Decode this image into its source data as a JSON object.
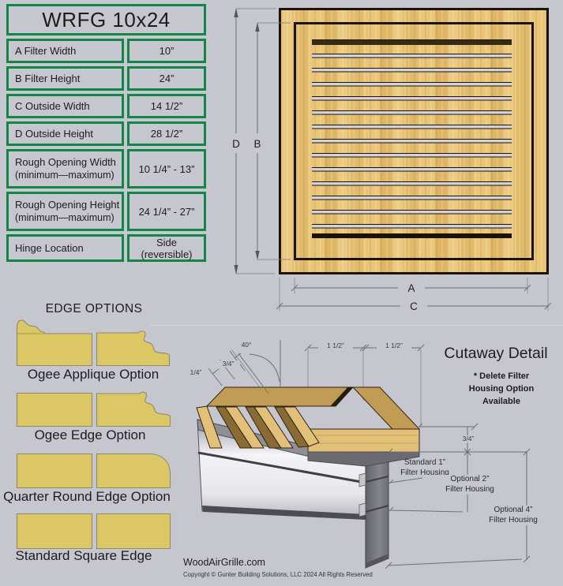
{
  "page": {
    "background": "#c6c6ce"
  },
  "spec_table": {
    "title": "WRFG 10x24",
    "border_color": "#148447",
    "rows": [
      {
        "label": "A  Filter Width",
        "sub": "",
        "value": "10”"
      },
      {
        "label": "B  Filter Height",
        "sub": "",
        "value": "24”"
      },
      {
        "label": "C   Outside Width",
        "sub": "",
        "value": "14 1/2”"
      },
      {
        "label": "D  Outside Height",
        "sub": "",
        "value": "28 1/2”"
      },
      {
        "label": "Rough Opening Width",
        "sub": "(minimum—maximum)",
        "value": "10 1/4” - 13”"
      },
      {
        "label": "Rough Opening Height",
        "sub": "(minimum—maximum)",
        "value": "24 1/4” - 27”"
      },
      {
        "label": "Hinge Location",
        "sub": "",
        "value": "Side (reversible)"
      }
    ]
  },
  "grille_diagram": {
    "wood_color": "#e4bf72",
    "louver_count": 14,
    "dim_a": "A",
    "dim_b": "B",
    "dim_c": "C",
    "dim_d": "D"
  },
  "edge_options": {
    "title": "EDGE OPTIONS",
    "shape_color": "#dcc765",
    "options": [
      {
        "label": "Ogee Applique Option"
      },
      {
        "label": "Ogee Edge Option"
      },
      {
        "label": "Quarter Round Edge Option"
      },
      {
        "label": "Standard Square Edge"
      }
    ]
  },
  "cutaway": {
    "title": "Cutaway Detail",
    "note": {
      "line1": "* Delete Filter",
      "line2": "Housing Option",
      "line3": "Available"
    },
    "dims": {
      "angle": "40°",
      "slat_thickness": "1/4”",
      "slat_spacing": "3/4”",
      "frame_width_1": "1 1/2”",
      "frame_width_2": "1 1/2”",
      "face_depth": "3/4”"
    },
    "housings": [
      {
        "line1": "Standard 1”",
        "line2": "Filter Housing"
      },
      {
        "line1": "Optional 2”",
        "line2": "Filter Housing"
      },
      {
        "line1": "Optional 4”",
        "line2": "Filter Housing"
      }
    ]
  },
  "footer": {
    "site": "WoodAirGrille.com",
    "copyright": "Copyright ©  Gunter Building Solutions, LLC 2024 All Rights Reserved"
  }
}
